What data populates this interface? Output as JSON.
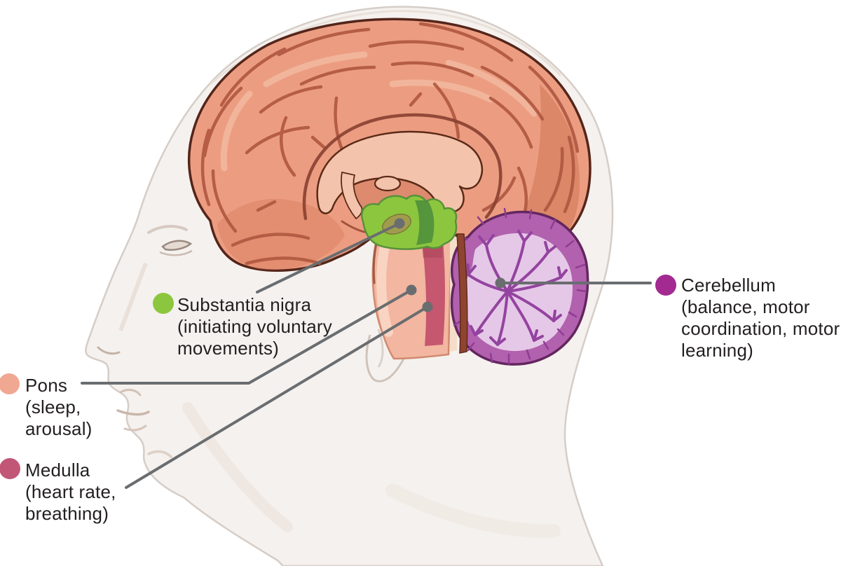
{
  "figure": {
    "description": "Sagittal brain diagram inside a human head profile with four labeled brainstem and cerebellum structures"
  },
  "colors": {
    "background": "#ffffff",
    "text": "#231f20",
    "leader_line": "#6a6d70",
    "head_fill": "#f5f1ee",
    "head_outline": "#d5cdc7",
    "cerebrum": "#ec9d81",
    "cerebrum_outline": "#54251a",
    "gyri": "#b05740",
    "gyri_dark": "#8a4030",
    "gyri_highlight": "#f5c2aa",
    "corpus_callosum": "#f4c3ac",
    "thalamus": "#dd8a6e",
    "substantia_nigra_green": "#8cc63e",
    "substantia_nigra_dark_green": "#4f8f3c",
    "substantia_nigra_olive": "#a39a4e",
    "pons_fill": "#f3b6a0",
    "pons_highlight": "#f9d7c5",
    "medulla_stripe": "#c5576f",
    "spinal_sliver": "#8e4430",
    "cerebellum_outer": "#b161ae",
    "cerebellum_inner": "#e5c8e7",
    "cerebellum_branches": "#9443a0",
    "cerebellum_outline": "#63265f"
  },
  "labels": [
    {
      "id": "substantia-nigra",
      "color": "#8cc63e",
      "lines": [
        "Substantia nigra",
        "(initiating voluntary",
        "movements)"
      ]
    },
    {
      "id": "pons",
      "color": "#f0a893",
      "lines": [
        "Pons",
        "(sleep,",
        "arousal)"
      ]
    },
    {
      "id": "medulla",
      "color": "#c25677",
      "lines": [
        "Medulla",
        "(heart rate,",
        "breathing)"
      ]
    },
    {
      "id": "cerebellum",
      "color": "#a32a91",
      "lines": [
        "Cerebellum",
        "(balance, motor",
        "coordination, motor",
        "learning)"
      ]
    }
  ]
}
